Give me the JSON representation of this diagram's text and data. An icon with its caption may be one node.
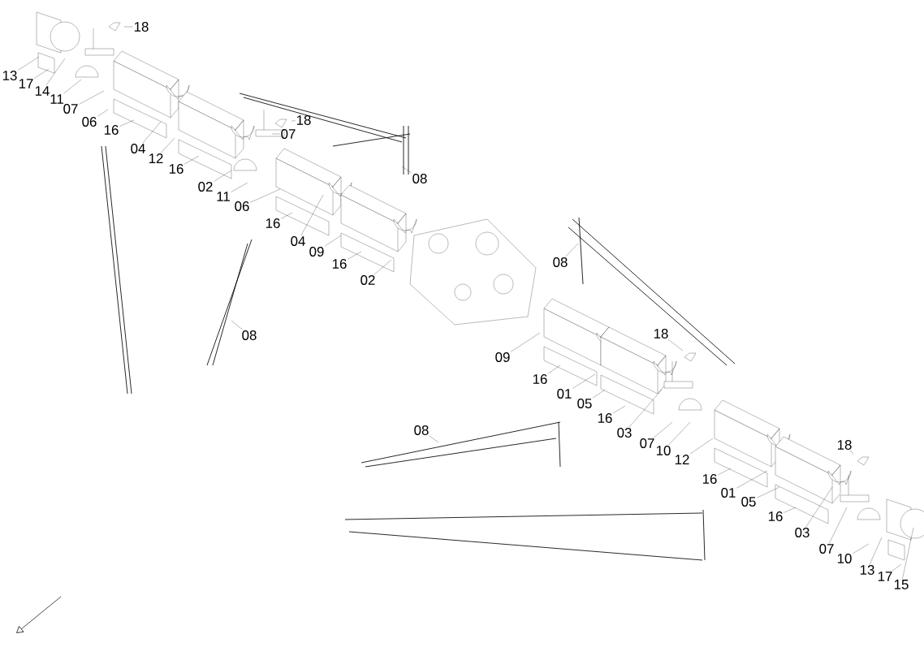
{
  "diagram": {
    "nodes": [
      {
        "text": [
          "18"
        ]
      },
      {
        "text": [
          "13"
        ]
      },
      {
        "text": [
          "17"
        ]
      },
      {
        "text": [
          "14"
        ]
      },
      {
        "text": [
          "11"
        ]
      },
      {
        "text": [
          "07"
        ]
      },
      {
        "text": [
          "06"
        ]
      },
      {
        "text": [
          "16"
        ]
      },
      {
        "text": [
          "04"
        ]
      },
      {
        "text": [
          "12"
        ]
      },
      {
        "text": [
          "16"
        ]
      },
      {
        "text": [
          "18"
        ]
      },
      {
        "text": [
          "07"
        ]
      },
      {
        "text": [
          "08"
        ]
      },
      {
        "text": [
          "02"
        ]
      },
      {
        "text": [
          "11"
        ]
      },
      {
        "text": [
          "06"
        ]
      },
      {
        "text": [
          "16"
        ]
      },
      {
        "text": [
          "04"
        ]
      },
      {
        "text": [
          "09"
        ]
      },
      {
        "text": [
          "16"
        ]
      },
      {
        "text": [
          "02"
        ]
      },
      {
        "text": [
          "08"
        ]
      },
      {
        "text": [
          "08"
        ]
      },
      {
        "text": [
          "09"
        ]
      },
      {
        "text": [
          "16"
        ]
      },
      {
        "text": [
          "18"
        ]
      },
      {
        "text": [
          "01"
        ]
      },
      {
        "text": [
          "05"
        ]
      },
      {
        "text": [
          "16"
        ]
      },
      {
        "text": [
          "03"
        ]
      },
      {
        "text": [
          "07"
        ]
      },
      {
        "text": [
          "10"
        ]
      },
      {
        "text": [
          "12"
        ]
      },
      {
        "text": [
          "08"
        ]
      },
      {
        "text": [
          "16"
        ]
      },
      {
        "text": [
          "18"
        ]
      },
      {
        "text": [
          "01"
        ]
      },
      {
        "text": [
          "05"
        ]
      },
      {
        "text": [
          "16"
        ]
      },
      {
        "text": [
          "03"
        ]
      },
      {
        "text": [
          "07"
        ]
      },
      {
        "text": [
          "10"
        ]
      },
      {
        "text": [
          "13"
        ]
      },
      {
        "text": [
          "17"
        ]
      },
      {
        "text": [
          "15"
        ]
      }
    ],
    "edges": [
      {
        "from": 0,
        "to": null,
        "arrow": "none"
      },
      {
        "from": 1,
        "to": null,
        "arrow": "none"
      },
      {
        "from": 2,
        "to": null,
        "arrow": "none"
      },
      {
        "from": 3,
        "to": null,
        "arrow": "none"
      },
      {
        "from": 4,
        "to": null,
        "arrow": "none"
      },
      {
        "from": 5,
        "to": null,
        "arrow": "none"
      },
      {
        "from": 6,
        "to": null,
        "arrow": "none"
      },
      {
        "from": 7,
        "to": null,
        "arrow": "none"
      },
      {
        "from": 8,
        "to": null,
        "arrow": "none"
      },
      {
        "from": 9,
        "to": null,
        "arrow": "none"
      },
      {
        "from": 10,
        "to": null,
        "arrow": "none"
      },
      {
        "from": 11,
        "to": null,
        "arrow": "none"
      },
      {
        "from": 12,
        "to": null,
        "arrow": "none"
      },
      {
        "from": 13,
        "to": null,
        "arrow": "none"
      },
      {
        "from": 14,
        "to": null,
        "arrow": "none"
      },
      {
        "from": 15,
        "to": null,
        "arrow": "none"
      },
      {
        "from": 16,
        "to": null,
        "arrow": "none"
      },
      {
        "from": 17,
        "to": null,
        "arrow": "none"
      },
      {
        "from": 18,
        "to": null,
        "arrow": "none"
      },
      {
        "from": 19,
        "to": null,
        "arrow": "none"
      },
      {
        "from": 20,
        "to": null,
        "arrow": "none"
      },
      {
        "from": 21,
        "to": null,
        "arrow": "none"
      },
      {
        "from": 22,
        "to": null,
        "arrow": "none"
      },
      {
        "from": 23,
        "to": null,
        "arrow": "none"
      },
      {
        "from": 24,
        "to": null,
        "arrow": "none"
      },
      {
        "from": 25,
        "to": null,
        "arrow": "none"
      },
      {
        "from": 26,
        "to": null,
        "arrow": "none"
      },
      {
        "from": 27,
        "to": null,
        "arrow": "none"
      },
      {
        "from": 28,
        "to": null,
        "arrow": "none"
      },
      {
        "from": 29,
        "to": null,
        "arrow": "none"
      },
      {
        "from": 30,
        "to": null,
        "arrow": "none"
      },
      {
        "from": 31,
        "to": null,
        "arrow": "none"
      },
      {
        "from": 32,
        "to": null,
        "arrow": "none"
      },
      {
        "from": 33,
        "to": null,
        "arrow": "none"
      },
      {
        "from": 34,
        "to": null,
        "arrow": "none"
      },
      {
        "from": 35,
        "to": null,
        "arrow": "none"
      },
      {
        "from": 36,
        "to": null,
        "arrow": "none"
      },
      {
        "from": 37,
        "to": null,
        "arrow": "none"
      },
      {
        "from": 38,
        "to": null,
        "arrow": "none"
      },
      {
        "from": 39,
        "to": null,
        "arrow": "none"
      },
      {
        "from": 40,
        "to": null,
        "arrow": "none"
      },
      {
        "from": 41,
        "to": null,
        "arrow": "none"
      },
      {
        "from": 42,
        "to": null,
        "arrow": "none"
      },
      {
        "from": 43,
        "to": null,
        "arrow": "none"
      },
      {
        "from": 44,
        "to": null,
        "arrow": "none"
      },
      {
        "from": 45,
        "to": null,
        "arrow": "none"
      }
    ]
  }
}
